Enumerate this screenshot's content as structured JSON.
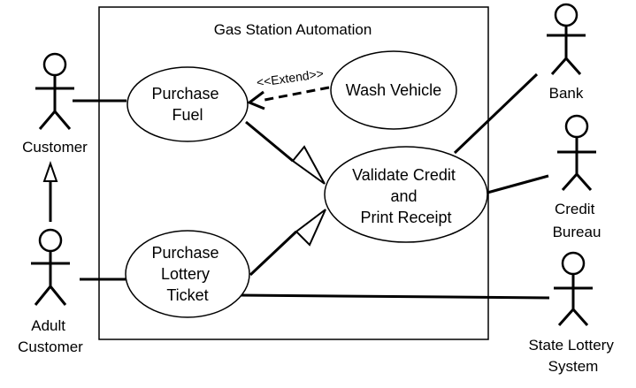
{
  "system": {
    "title": "Gas Station Automation"
  },
  "actors": {
    "customer": {
      "label": [
        "Customer"
      ]
    },
    "adult_customer": {
      "label": [
        "Adult",
        "Customer"
      ]
    },
    "bank": {
      "label": [
        "Bank"
      ]
    },
    "credit_bureau": {
      "label": [
        "Credit",
        "Bureau"
      ]
    },
    "state_lottery": {
      "label": [
        "State Lottery",
        "System"
      ]
    }
  },
  "use_cases": {
    "purchase_fuel": {
      "label": [
        "Purchase",
        "Fuel"
      ]
    },
    "wash_vehicle": {
      "label": [
        "Wash Vehicle"
      ]
    },
    "validate_credit": {
      "label": [
        "Validate Credit",
        "and",
        "Print Receipt"
      ]
    },
    "purchase_lottery": {
      "label": [
        "Purchase",
        "Lottery",
        "Ticket"
      ]
    }
  },
  "relationships": {
    "extend_label": "<<Extend>>"
  },
  "colors": {
    "stroke": "#000000",
    "background": "#ffffff"
  }
}
